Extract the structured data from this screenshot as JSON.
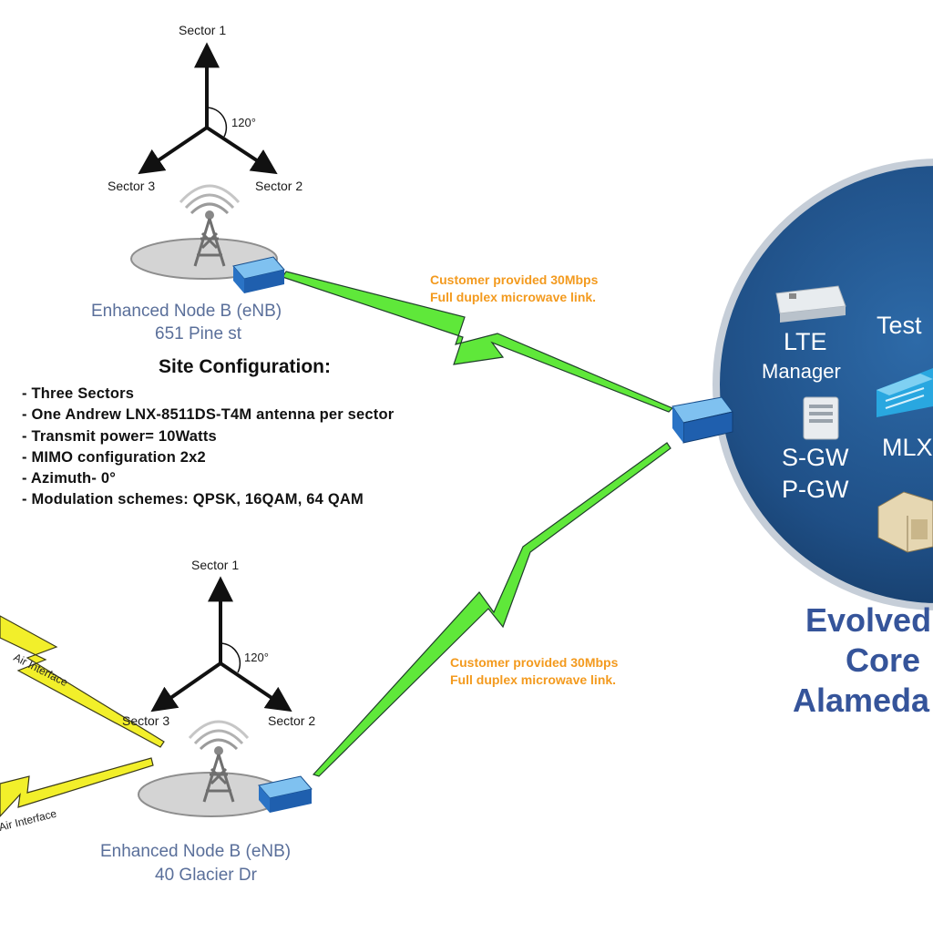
{
  "site_a": {
    "sectors": [
      "Sector 1",
      "Sector 2",
      "Sector 3"
    ],
    "angle": "120°",
    "name": "Enhanced Node B (eNB)",
    "address": "651 Pine st"
  },
  "site_b": {
    "sectors": [
      "Sector 1",
      "Sector 2",
      "Sector 3"
    ],
    "angle": "120°",
    "name": "Enhanced Node B (eNB)",
    "address": "40 Glacier Dr"
  },
  "site_config": {
    "title": "Site Configuration:",
    "items": [
      "- Three Sectors",
      "- One Andrew LNX-8511DS-T4M antenna per sector",
      "- Transmit power= 10Watts",
      "- MIMO configuration 2x2",
      "- Azimuth- 0°",
      "- Modulation schemes: QPSK, 16QAM, 64 QAM"
    ]
  },
  "links": {
    "top_line1": "Customer provided 30Mbps",
    "top_line2": "Full duplex microwave link.",
    "bottom_line1": "Customer provided 30Mbps",
    "bottom_line2": "Full duplex microwave link."
  },
  "air_interface": [
    "Air Interface",
    "Air Interface"
  ],
  "core": {
    "lte": "LTE",
    "manager": "Manager",
    "test": "Test",
    "sgw": "S-GW",
    "pgw": "P-GW",
    "mlx": "MLX",
    "title_line1": "Evolved",
    "title_line2": "Core",
    "title_line3": "Alameda"
  },
  "colors": {
    "microwave_link": "#5fe83a",
    "air_link": "#f2ef2a",
    "core_circle": "#1f4f86",
    "core_rim": "#b8c3cf",
    "title_blue": "#35549a",
    "label_orange": "#f39a1e"
  }
}
